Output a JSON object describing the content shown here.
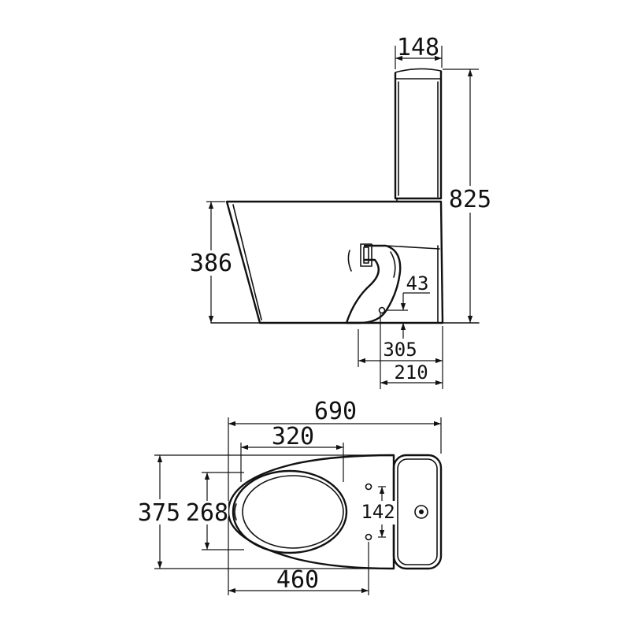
{
  "side_view": {
    "tank_width": "148",
    "total_height": "825",
    "seat_height": "386",
    "outlet_height": "43",
    "outlet_distance_front": "305",
    "outlet_distance_wall": "210"
  },
  "top_view": {
    "total_length": "690",
    "opening_length": "320",
    "total_width": "375",
    "opening_width": "268",
    "fixing_spacing": "142",
    "fixing_distance": "460"
  }
}
